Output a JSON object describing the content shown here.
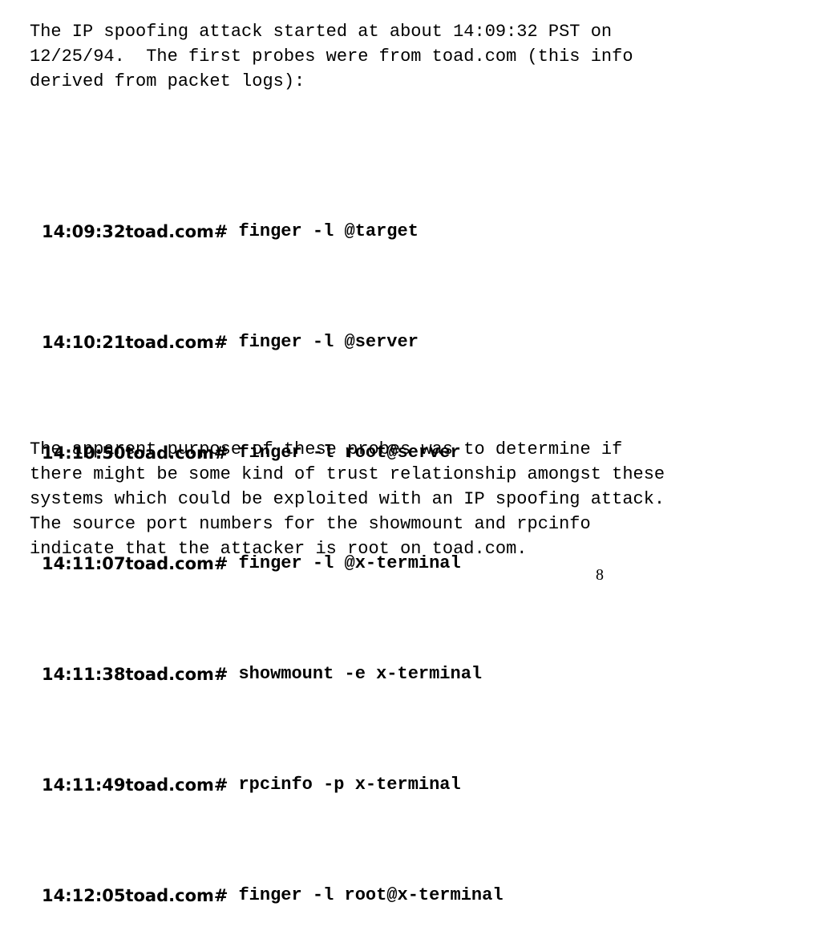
{
  "intro_lines": [
    "The IP spoofing attack started at about 14:09:32 PST on",
    "12/25/94.  The first probes were from toad.com (this info",
    "derived from packet logs):"
  ],
  "log_entries": [
    {
      "time": "14:09:32",
      "host": "toad.com#",
      "command": "finger -l @target"
    },
    {
      "time": "14:10:21",
      "host": "toad.com#",
      "command": "finger -l @server"
    },
    {
      "time": "14:10:50",
      "host": "toad.com#",
      "command": "finger -l root@server"
    },
    {
      "time": "14:11:07",
      "host": "toad.com#",
      "command": "finger -l @x-terminal"
    },
    {
      "time": "14:11:38",
      "host": "toad.com#",
      "command": "showmount -e x-terminal"
    },
    {
      "time": "14:11:49",
      "host": "toad.com#",
      "command": "rpcinfo -p x-terminal"
    },
    {
      "time": "14:12:05",
      "host": "toad.com#",
      "command": "finger -l root@x-terminal"
    }
  ],
  "outro_lines": [
    "The apparent purpose of these probes was to determine if",
    "there might be some kind of trust relationship amongst these",
    "systems which could be exploited with an IP spoofing attack.",
    "The source port numbers for the showmount and rpcinfo",
    "indicate that the attacker is root on toad.com."
  ],
  "page_number": "8"
}
